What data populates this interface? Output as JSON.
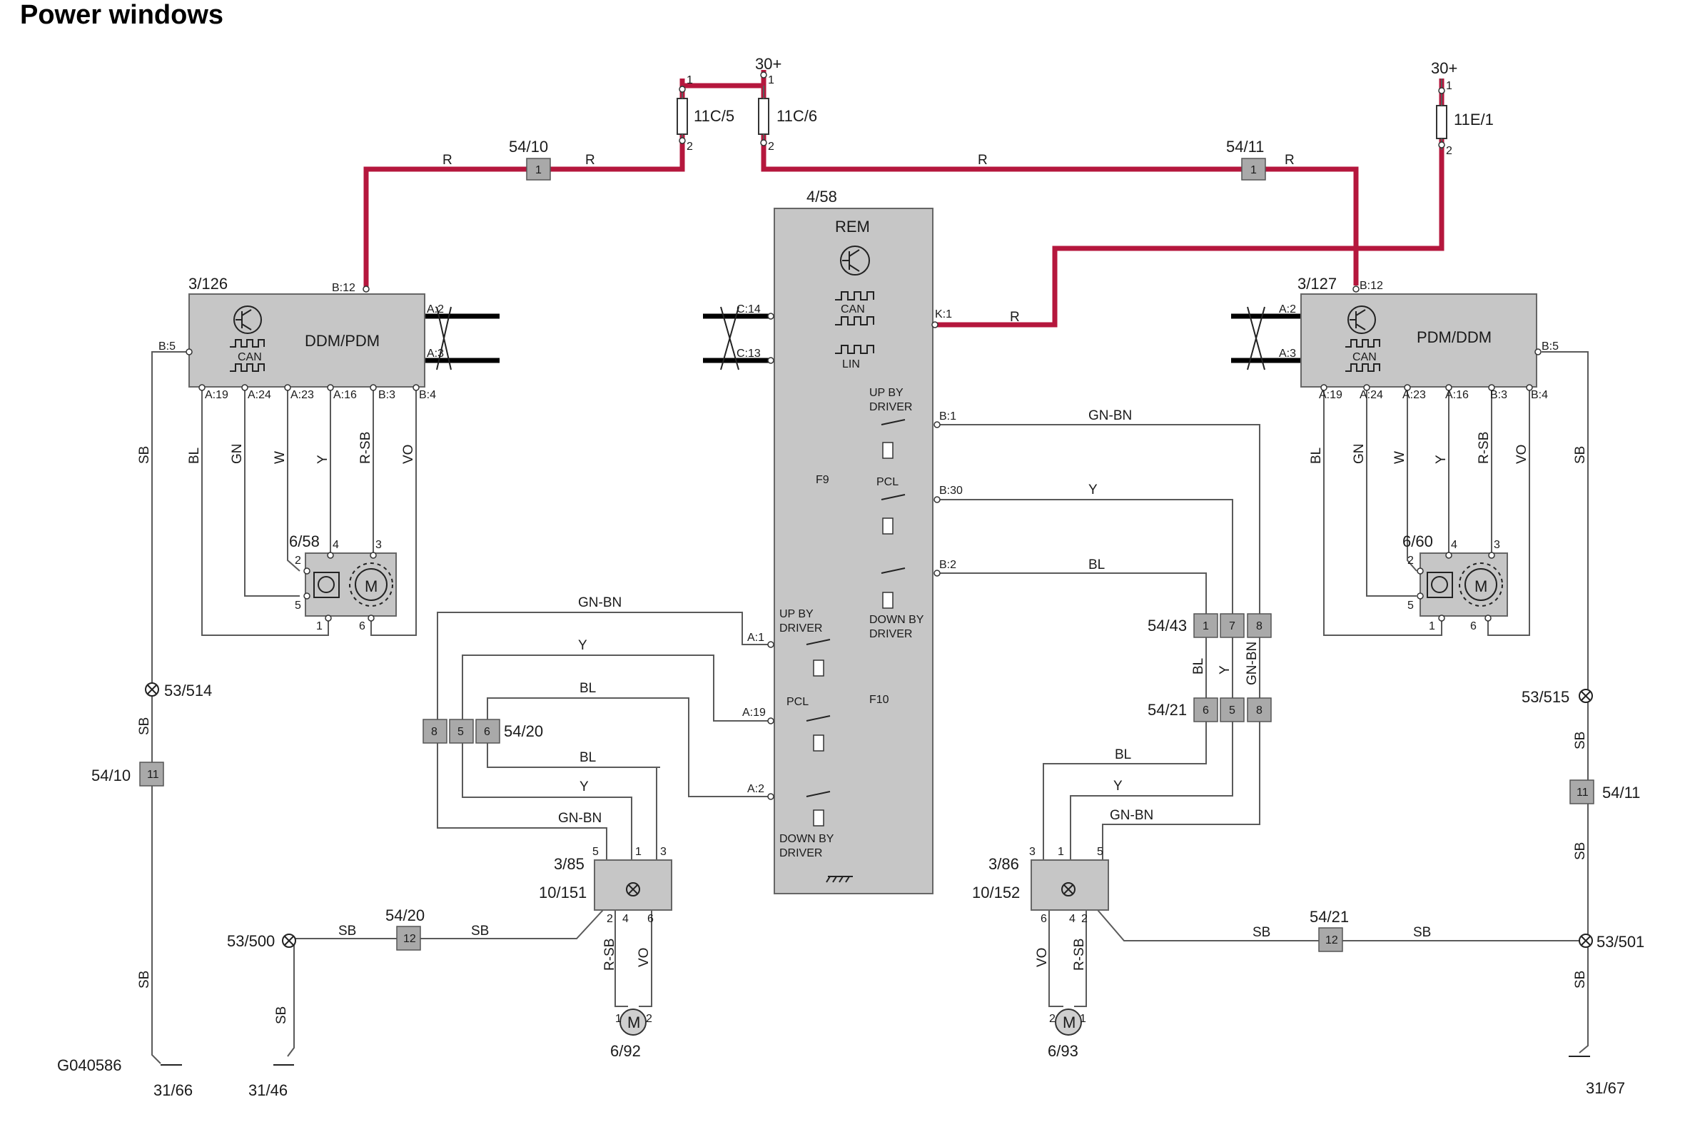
{
  "title": "Power windows",
  "figure_id": "G040586",
  "colors": {
    "power": "#b5173d",
    "wire": "#5a5a5a",
    "module": "#c6c6c6",
    "connector": "#a9a9a9"
  },
  "supply": {
    "left": "30+",
    "right": "30+"
  },
  "fuses": {
    "f1": "11C/5",
    "f2": "11C/6",
    "f3": "11E/1",
    "f9": "F9",
    "f10": "F10"
  },
  "splices": {
    "s1": "54/10",
    "s2": "54/11",
    "s3": "54/10",
    "s4": "54/11",
    "s5": "54/20",
    "s6": "54/21",
    "s7": "54/20",
    "s8": "54/43",
    "s9": "54/21"
  },
  "rem": {
    "id": "4/58",
    "name": "REM",
    "can": "CAN",
    "lin": "LIN",
    "up_by_driver": [
      "UP BY",
      "DRIVER"
    ],
    "down_by_driver": [
      "DOWN BY",
      "DRIVER"
    ],
    "pcl": "PCL"
  },
  "ddm": {
    "id": "3/126",
    "name": "DDM/PDM",
    "can": "CAN"
  },
  "pdm": {
    "id": "3/127",
    "name": "PDM/DDM",
    "can": "CAN"
  },
  "motors": {
    "m1": "6/58",
    "m2": "6/60",
    "m3": "6/92",
    "m4": "6/93",
    "symbol": "M"
  },
  "switches": {
    "sw1a": "3/85",
    "sw1b": "10/151",
    "sw2a": "3/86",
    "sw2b": "10/152"
  },
  "grounds": {
    "g1": "31/66",
    "g2": "31/46",
    "g3": "31/67"
  },
  "ground_points": {
    "gp1": "53/514",
    "gp2": "53/515",
    "gp3": "53/500",
    "gp4": "53/501"
  },
  "pins": {
    "b12": "B:12",
    "b5": "B:5",
    "a2": "A:2",
    "a3": "A:3",
    "a19": "A:19",
    "a24": "A:24",
    "a23": "A:23",
    "a16": "A:16",
    "b3": "B:3",
    "b4": "B:4",
    "c14": "C:14",
    "c13": "C:13",
    "k1": "K:1",
    "b1": "B:1",
    "b30": "B:30",
    "b2": "B:2",
    "ra1": "A:1",
    "ra19": "A:19",
    "ra2": "A:2"
  },
  "wires": {
    "r": "R",
    "sb": "SB",
    "bl": "BL",
    "gn": "GN",
    "w": "W",
    "y": "Y",
    "rsb": "R-SB",
    "vo": "VO",
    "gnbn": "GN-BN"
  },
  "numbers": {
    "n1": "1",
    "n2": "2",
    "n3": "3",
    "n4": "4",
    "n5": "5",
    "n6": "6",
    "n7": "7",
    "n8": "8",
    "n11": "11",
    "n12": "12"
  }
}
